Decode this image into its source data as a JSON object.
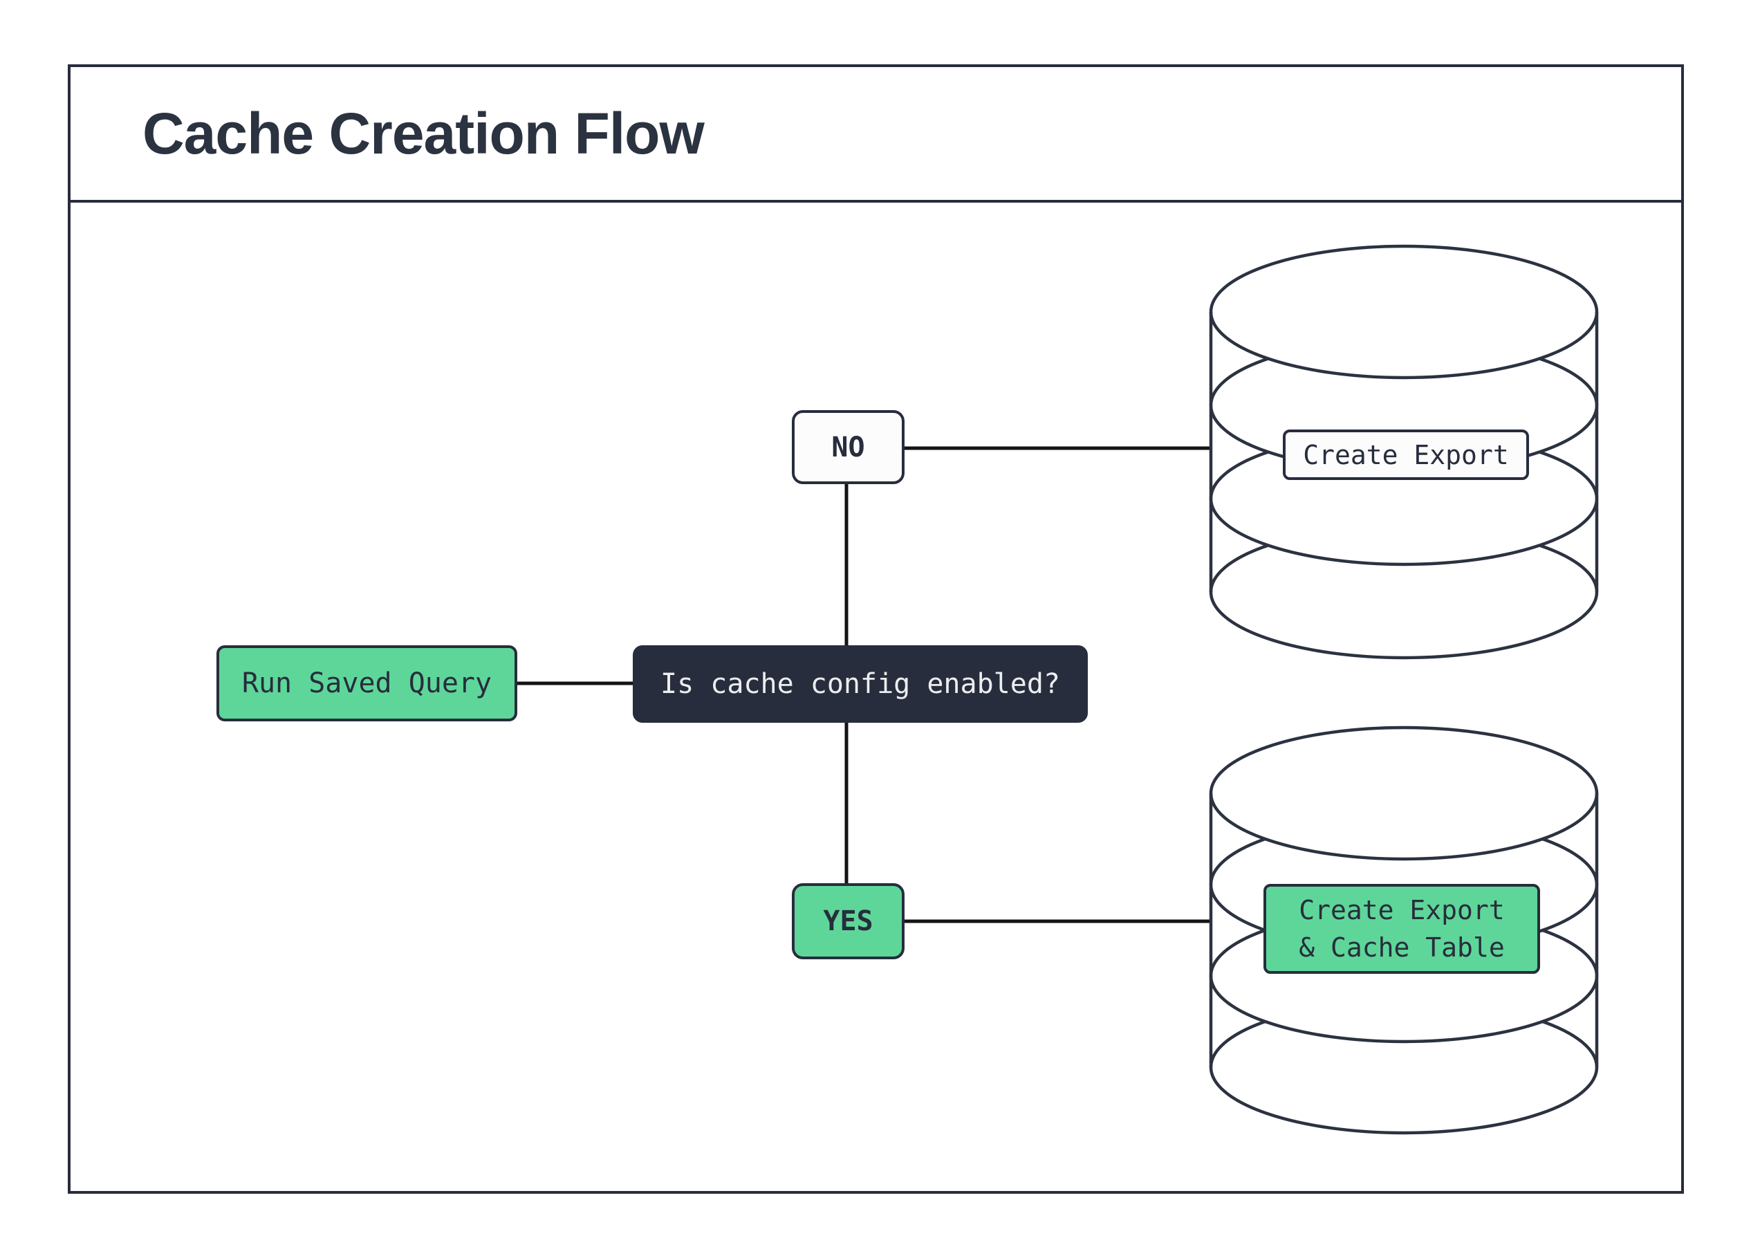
{
  "title": "Cache Creation Flow",
  "colors": {
    "accent_green": "#5ED699",
    "navy": "#272D3C",
    "node_text_dark": "#272D3C",
    "node_text_light": "#ECEDEF",
    "connector": "#141414",
    "white_node_bg": "#FCFCFD"
  },
  "nodes": {
    "start": {
      "label": "Run Saved Query"
    },
    "decision": {
      "label": "Is cache config enabled?"
    },
    "branch_no": {
      "label": "NO"
    },
    "branch_yes": {
      "label": "YES"
    },
    "result_no": {
      "label": "Create Export"
    },
    "result_yes": {
      "label_line1": "Create Export",
      "label_line2": "& Cache Table"
    }
  },
  "icons": {
    "top_database": "database-icon",
    "bottom_database": "database-icon"
  }
}
